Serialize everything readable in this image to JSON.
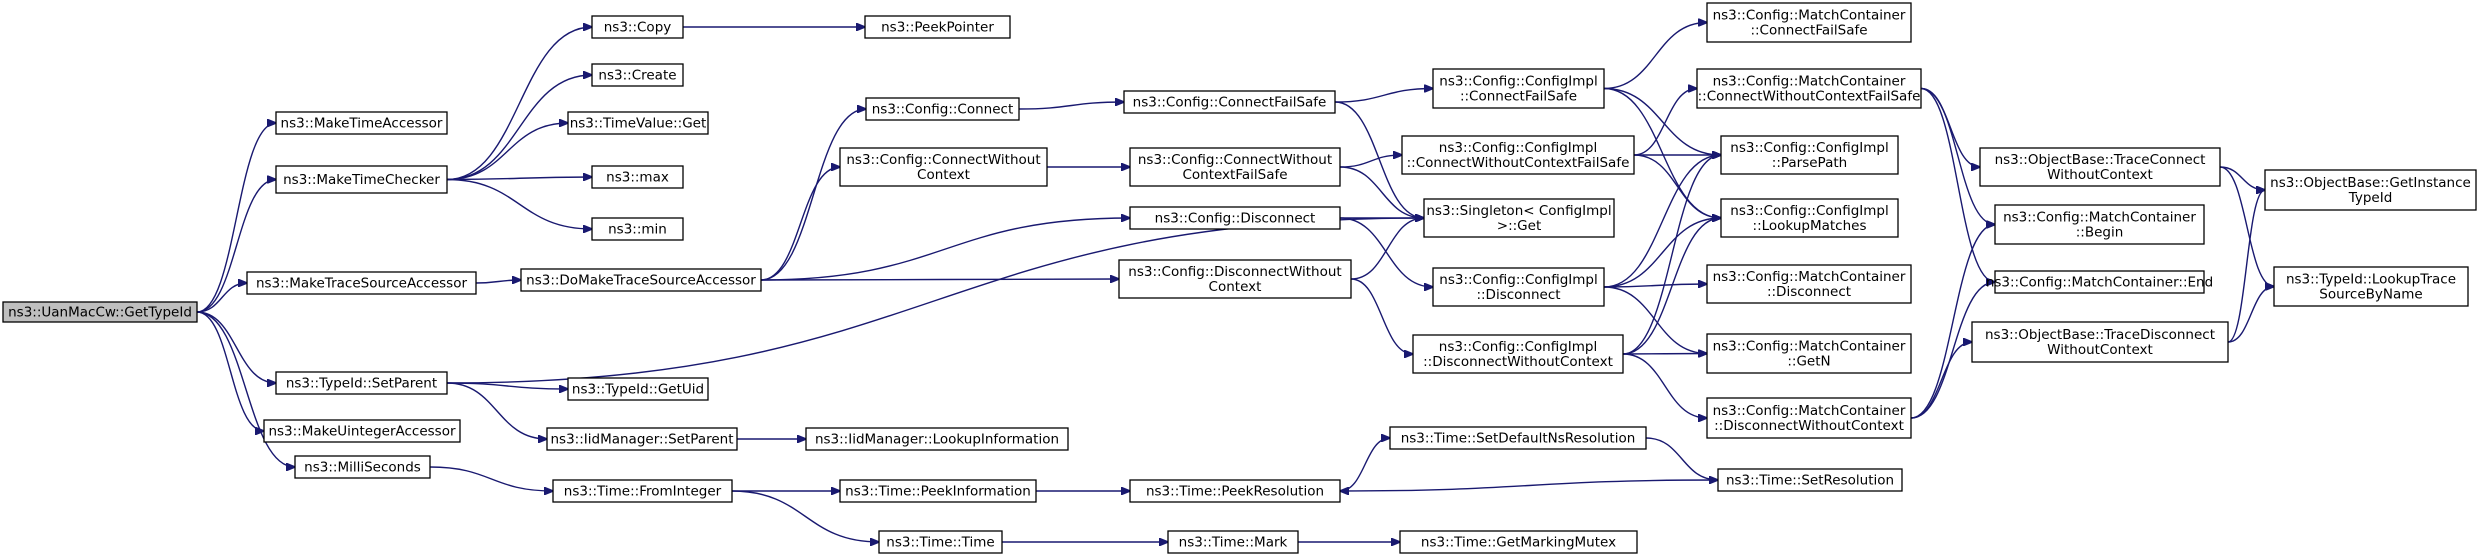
{
  "colors": {
    "edge": "#191970",
    "root_fill": "#bfbfbf",
    "node_fill": "#ffffff",
    "node_border": "#000000"
  },
  "nodes": [
    {
      "id": "getTypeId",
      "lines": [
        "ns3::UanMacCw::GetTypeId"
      ],
      "root": true
    },
    {
      "id": "makeTimeAccessor",
      "lines": [
        "ns3::MakeTimeAccessor"
      ]
    },
    {
      "id": "makeTimeChecker",
      "lines": [
        "ns3::MakeTimeChecker"
      ]
    },
    {
      "id": "makeTraceSourceAccessor",
      "lines": [
        "ns3::MakeTraceSourceAccessor"
      ]
    },
    {
      "id": "setParent",
      "lines": [
        "ns3::TypeId::SetParent"
      ]
    },
    {
      "id": "makeUintegerAccessor",
      "lines": [
        "ns3::MakeUintegerAccessor"
      ]
    },
    {
      "id": "milliSeconds",
      "lines": [
        "ns3::MilliSeconds"
      ]
    },
    {
      "id": "copy",
      "lines": [
        "ns3::Copy"
      ]
    },
    {
      "id": "create",
      "lines": [
        "ns3::Create"
      ]
    },
    {
      "id": "timeValueGet",
      "lines": [
        "ns3::TimeValue::Get"
      ]
    },
    {
      "id": "max",
      "lines": [
        "ns3::max"
      ]
    },
    {
      "id": "min",
      "lines": [
        "ns3::min"
      ]
    },
    {
      "id": "peekPointer",
      "lines": [
        "ns3::PeekPointer"
      ]
    },
    {
      "id": "doMakeTraceSourceAccessor",
      "lines": [
        "ns3::DoMakeTraceSourceAccessor"
      ]
    },
    {
      "id": "getUid",
      "lines": [
        "ns3::TypeId::GetUid"
      ]
    },
    {
      "id": "iidSetParent",
      "lines": [
        "ns3::IidManager::SetParent"
      ]
    },
    {
      "id": "iidLookupInfo",
      "lines": [
        "ns3::IidManager::LookupInformation"
      ]
    },
    {
      "id": "fromInteger",
      "lines": [
        "ns3::Time::FromInteger"
      ]
    },
    {
      "id": "peekInformation",
      "lines": [
        "ns3::Time::PeekInformation"
      ]
    },
    {
      "id": "timeTime",
      "lines": [
        "ns3::Time::Time"
      ]
    },
    {
      "id": "configConnect",
      "lines": [
        "ns3::Config::Connect"
      ]
    },
    {
      "id": "configConnectWithoutContext",
      "lines": [
        "ns3::Config::ConnectWithout",
        "Context"
      ]
    },
    {
      "id": "configDisconnect",
      "lines": [
        "ns3::Config::Disconnect"
      ]
    },
    {
      "id": "configDisconnectWithoutContext",
      "lines": [
        "ns3::Config::DisconnectWithout",
        "Context"
      ]
    },
    {
      "id": "configConnectFailSafe",
      "lines": [
        "ns3::Config::ConnectFailSafe"
      ]
    },
    {
      "id": "configConnectWithoutContextFailSafe",
      "lines": [
        "ns3::Config::ConnectWithout",
        "ContextFailSafe"
      ]
    },
    {
      "id": "peekResolution",
      "lines": [
        "ns3::Time::PeekResolution"
      ]
    },
    {
      "id": "timeMark",
      "lines": [
        "ns3::Time::Mark"
      ]
    },
    {
      "id": "implConnectFailSafe",
      "lines": [
        "ns3::Config::ConfigImpl",
        "::ConnectFailSafe"
      ]
    },
    {
      "id": "implConnectWithoutContextFailSafe",
      "lines": [
        "ns3::Config::ConfigImpl",
        "::ConnectWithoutContextFailSafe"
      ]
    },
    {
      "id": "singletonGet",
      "lines": [
        "ns3::Singleton< ConfigImpl",
        " >::Get"
      ]
    },
    {
      "id": "implDisconnect",
      "lines": [
        "ns3::Config::ConfigImpl",
        "::Disconnect"
      ]
    },
    {
      "id": "implDisconnectWithoutContext",
      "lines": [
        "ns3::Config::ConfigImpl",
        "::DisconnectWithoutContext"
      ]
    },
    {
      "id": "setDefaultNsResolution",
      "lines": [
        "ns3::Time::SetDefaultNsResolution"
      ]
    },
    {
      "id": "getMarkingMutex",
      "lines": [
        "ns3::Time::GetMarkingMutex"
      ]
    },
    {
      "id": "mcConnectFailSafe",
      "lines": [
        "ns3::Config::MatchContainer",
        "::ConnectFailSafe"
      ]
    },
    {
      "id": "mcConnectWithoutContextFailSafe",
      "lines": [
        "ns3::Config::MatchContainer",
        "::ConnectWithoutContextFailSafe"
      ]
    },
    {
      "id": "implParsePath",
      "lines": [
        "ns3::Config::ConfigImpl",
        "::ParsePath"
      ]
    },
    {
      "id": "implLookupMatches",
      "lines": [
        "ns3::Config::ConfigImpl",
        "::LookupMatches"
      ]
    },
    {
      "id": "mcDisconnect",
      "lines": [
        "ns3::Config::MatchContainer",
        "::Disconnect"
      ]
    },
    {
      "id": "mcGetN",
      "lines": [
        "ns3::Config::MatchContainer",
        "::GetN"
      ]
    },
    {
      "id": "mcDisconnectWithoutContext",
      "lines": [
        "ns3::Config::MatchContainer",
        "::DisconnectWithoutContext"
      ]
    },
    {
      "id": "setResolution",
      "lines": [
        "ns3::Time::SetResolution"
      ]
    },
    {
      "id": "obTraceConnectWithoutContext",
      "lines": [
        "ns3::ObjectBase::TraceConnect",
        "WithoutContext"
      ]
    },
    {
      "id": "mcBegin",
      "lines": [
        "ns3::Config::MatchContainer",
        "::Begin"
      ]
    },
    {
      "id": "mcEnd",
      "lines": [
        "ns3::Config::MatchContainer::End"
      ]
    },
    {
      "id": "obTraceDisconnectWithoutContext",
      "lines": [
        "ns3::ObjectBase::TraceDisconnect",
        "WithoutContext"
      ]
    },
    {
      "id": "obGetInstanceTypeId",
      "lines": [
        "ns3::ObjectBase::GetInstance",
        "TypeId"
      ]
    },
    {
      "id": "typeIdLookupTraceSourceByName",
      "lines": [
        "ns3::TypeId::LookupTrace",
        "SourceByName"
      ]
    }
  ],
  "edges": [
    [
      "getTypeId",
      "makeTimeAccessor"
    ],
    [
      "getTypeId",
      "makeTimeChecker"
    ],
    [
      "getTypeId",
      "makeTraceSourceAccessor"
    ],
    [
      "getTypeId",
      "setParent"
    ],
    [
      "getTypeId",
      "makeUintegerAccessor"
    ],
    [
      "getTypeId",
      "milliSeconds"
    ],
    [
      "makeTimeChecker",
      "copy"
    ],
    [
      "makeTimeChecker",
      "create"
    ],
    [
      "makeTimeChecker",
      "timeValueGet"
    ],
    [
      "makeTimeChecker",
      "max"
    ],
    [
      "makeTimeChecker",
      "min"
    ],
    [
      "copy",
      "peekPointer"
    ],
    [
      "makeTraceSourceAccessor",
      "doMakeTraceSourceAccessor"
    ],
    [
      "doMakeTraceSourceAccessor",
      "configConnect"
    ],
    [
      "doMakeTraceSourceAccessor",
      "configConnectWithoutContext"
    ],
    [
      "doMakeTraceSourceAccessor",
      "configDisconnect"
    ],
    [
      "doMakeTraceSourceAccessor",
      "configDisconnectWithoutContext"
    ],
    [
      "setParent",
      "getUid"
    ],
    [
      "setParent",
      "iidSetParent"
    ],
    [
      "setParent",
      "singletonGet"
    ],
    [
      "iidSetParent",
      "iidLookupInfo"
    ],
    [
      "milliSeconds",
      "fromInteger"
    ],
    [
      "fromInteger",
      "peekInformation"
    ],
    [
      "fromInteger",
      "timeTime"
    ],
    [
      "configConnect",
      "configConnectFailSafe"
    ],
    [
      "configConnectWithoutContext",
      "configConnectWithoutContextFailSafe"
    ],
    [
      "configDisconnect",
      "singletonGet"
    ],
    [
      "configDisconnect",
      "implDisconnect"
    ],
    [
      "configDisconnectWithoutContext",
      "singletonGet"
    ],
    [
      "configDisconnectWithoutContext",
      "implDisconnectWithoutContext"
    ],
    [
      "configConnectFailSafe",
      "implConnectFailSafe"
    ],
    [
      "configConnectFailSafe",
      "singletonGet"
    ],
    [
      "configConnectWithoutContextFailSafe",
      "implConnectWithoutContextFailSafe"
    ],
    [
      "configConnectWithoutContextFailSafe",
      "singletonGet"
    ],
    [
      "peekInformation",
      "peekResolution"
    ],
    [
      "timeTime",
      "timeMark"
    ],
    [
      "timeMark",
      "getMarkingMutex"
    ],
    [
      "peekResolution",
      "setDefaultNsResolution"
    ],
    [
      "setDefaultNsResolution",
      "setResolution"
    ],
    [
      "setResolution",
      "peekResolution"
    ],
    [
      "implConnectFailSafe",
      "mcConnectFailSafe"
    ],
    [
      "implConnectFailSafe",
      "implParsePath"
    ],
    [
      "implConnectFailSafe",
      "implLookupMatches"
    ],
    [
      "implConnectWithoutContextFailSafe",
      "mcConnectWithoutContextFailSafe"
    ],
    [
      "implConnectWithoutContextFailSafe",
      "implParsePath"
    ],
    [
      "implConnectWithoutContextFailSafe",
      "implLookupMatches"
    ],
    [
      "implDisconnect",
      "implParsePath"
    ],
    [
      "implDisconnect",
      "implLookupMatches"
    ],
    [
      "implDisconnect",
      "mcDisconnect"
    ],
    [
      "implDisconnect",
      "mcGetN"
    ],
    [
      "implDisconnectWithoutContext",
      "implParsePath"
    ],
    [
      "implDisconnectWithoutContext",
      "implLookupMatches"
    ],
    [
      "implDisconnectWithoutContext",
      "mcGetN"
    ],
    [
      "implDisconnectWithoutContext",
      "mcDisconnectWithoutContext"
    ],
    [
      "mcConnectWithoutContextFailSafe",
      "obTraceConnectWithoutContext"
    ],
    [
      "mcConnectWithoutContextFailSafe",
      "mcBegin"
    ],
    [
      "mcConnectWithoutContextFailSafe",
      "mcEnd"
    ],
    [
      "mcDisconnectWithoutContext",
      "mcBegin"
    ],
    [
      "mcDisconnectWithoutContext",
      "mcEnd"
    ],
    [
      "mcDisconnectWithoutContext",
      "obTraceDisconnectWithoutContext"
    ],
    [
      "obTraceConnectWithoutContext",
      "obGetInstanceTypeId"
    ],
    [
      "obTraceConnectWithoutContext",
      "typeIdLookupTraceSourceByName"
    ],
    [
      "obTraceDisconnectWithoutContext",
      "obGetInstanceTypeId"
    ],
    [
      "obTraceDisconnectWithoutContext",
      "typeIdLookupTraceSourceByName"
    ]
  ]
}
